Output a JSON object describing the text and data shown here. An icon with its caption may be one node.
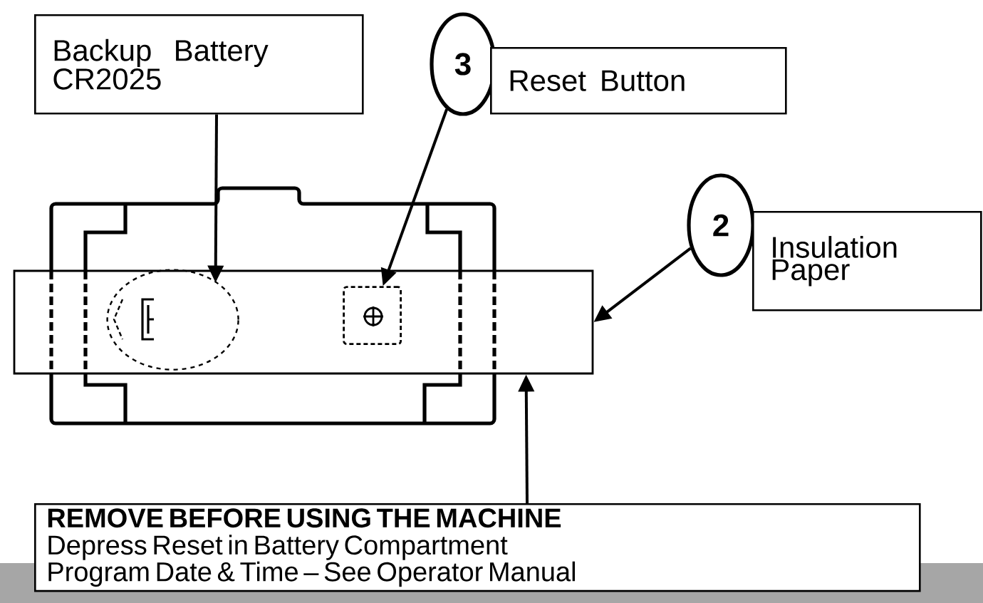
{
  "diagram": {
    "nodes": [
      {
        "text": [
          "Backup  Battery CR2025"
        ]
      },
      {
        "text": [
          "3"
        ]
      },
      {
        "text": [
          "Reset Button"
        ]
      },
      {
        "text": [
          "2"
        ]
      },
      {
        "text": [
          "Insulation Paper"
        ]
      },
      {
        "text": [],
        "shape": "bar"
      },
      {
        "text": [],
        "shape": "circle",
        "in": 5
      },
      {
        "text": [],
        "shape": "box",
        "in": 5
      },
      {
        "text": [
          "REMOVE BEFORE USING THE MACHINE",
          "Depress Reset in Battery Compartment",
          "Program Date & Time – See Operator Manual"
        ]
      }
    ],
    "edges": [
      {
        "from": 0,
        "to": 6,
        "arrow": "to"
      },
      {
        "from": 1,
        "to": 7,
        "arrow": "to"
      },
      {
        "from": 3,
        "to": 5,
        "arrow": "to"
      },
      {
        "from": 8,
        "to": 5,
        "arrow": "to"
      }
    ]
  }
}
